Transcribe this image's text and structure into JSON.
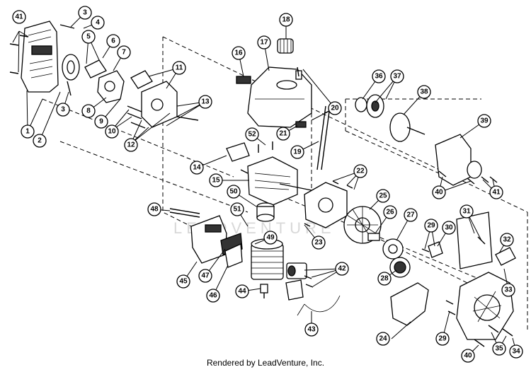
{
  "footer": "Rendered by LeadVenture, Inc.",
  "watermark": "LEADVENTURE",
  "callouts": [
    {
      "id": 1,
      "label": "1"
    },
    {
      "id": 2,
      "label": "2"
    },
    {
      "id": 3,
      "label": "3"
    },
    {
      "id": 4,
      "label": "4"
    },
    {
      "id": 5,
      "label": "5"
    },
    {
      "id": 6,
      "label": "6"
    },
    {
      "id": 7,
      "label": "7"
    },
    {
      "id": 8,
      "label": "8"
    },
    {
      "id": 9,
      "label": "9"
    },
    {
      "id": 10,
      "label": "10"
    },
    {
      "id": 11,
      "label": "11"
    },
    {
      "id": 12,
      "label": "12"
    },
    {
      "id": 13,
      "label": "13"
    },
    {
      "id": 14,
      "label": "14"
    },
    {
      "id": 15,
      "label": "15"
    },
    {
      "id": 16,
      "label": "16"
    },
    {
      "id": 17,
      "label": "17"
    },
    {
      "id": 18,
      "label": "18"
    },
    {
      "id": 19,
      "label": "19"
    },
    {
      "id": 20,
      "label": "20"
    },
    {
      "id": 21,
      "label": "21"
    },
    {
      "id": 22,
      "label": "22"
    },
    {
      "id": 23,
      "label": "23"
    },
    {
      "id": 24,
      "label": "24"
    },
    {
      "id": 25,
      "label": "25"
    },
    {
      "id": 26,
      "label": "26"
    },
    {
      "id": 27,
      "label": "27"
    },
    {
      "id": 28,
      "label": "28"
    },
    {
      "id": 29,
      "label": "29"
    },
    {
      "id": 30,
      "label": "30"
    },
    {
      "id": 31,
      "label": "31"
    },
    {
      "id": 32,
      "label": "32"
    },
    {
      "id": 33,
      "label": "33"
    },
    {
      "id": 34,
      "label": "34"
    },
    {
      "id": 35,
      "label": "35"
    },
    {
      "id": 36,
      "label": "36"
    },
    {
      "id": 37,
      "label": "37"
    },
    {
      "id": 38,
      "label": "38"
    },
    {
      "id": 39,
      "label": "39"
    },
    {
      "id": 40,
      "label": "40"
    },
    {
      "id": 41,
      "label": "41"
    },
    {
      "id": 42,
      "label": "42"
    },
    {
      "id": 43,
      "label": "43"
    },
    {
      "id": 44,
      "label": "44"
    },
    {
      "id": 45,
      "label": "45"
    },
    {
      "id": 46,
      "label": "46"
    },
    {
      "id": 47,
      "label": "47"
    },
    {
      "id": 48,
      "label": "48"
    },
    {
      "id": 49,
      "label": "49"
    },
    {
      "id": 50,
      "label": "50"
    },
    {
      "id": 51,
      "label": "51"
    },
    {
      "id": 52,
      "label": "52"
    }
  ]
}
